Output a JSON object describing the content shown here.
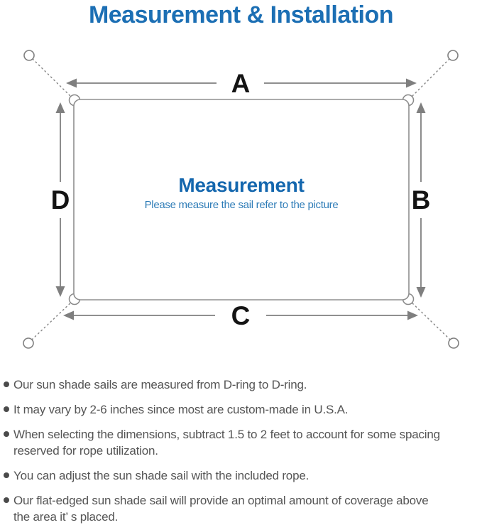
{
  "title": "Measurement & Installation",
  "diagram": {
    "labels": {
      "top": "A",
      "right": "B",
      "bottom": "C",
      "left": "D"
    },
    "center_title": "Measurement",
    "center_subtitle": "Please measure the sail refer to the picture",
    "colors": {
      "title_blue": "#1c6fb4",
      "center_title_blue": "#1467ae",
      "center_subtitle_blue": "#2e7cb7",
      "line_gray": "#7f7f7f",
      "label_black": "#141414",
      "note_text_gray": "#555555"
    }
  },
  "notes": {
    "items": [
      "Our sun shade sails are measured from D-ring to D-ring.",
      "It may vary by 2-6 inches since most are custom-made in U.S.A.",
      "When selecting the dimensions, subtract 1.5 to 2 feet to account for some spacing\nreserved for rope utilization.",
      "You can adjust the sun shade sail with the included rope.",
      "Our flat-edged sun shade sail will provide an optimal amount of coverage above\nthe area it’ s placed."
    ]
  }
}
